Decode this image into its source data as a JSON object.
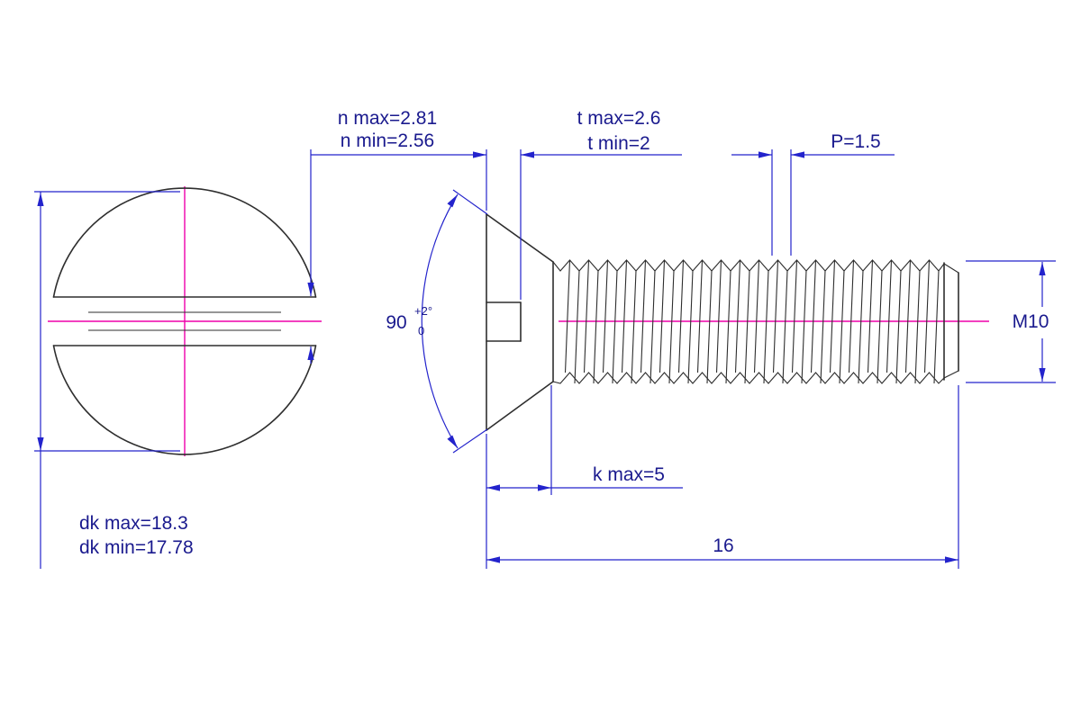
{
  "colors": {
    "background": "#ffffff",
    "outline": "#2e2e2e",
    "centerline": "#ee00aa",
    "dimension": "#2323cc",
    "text": "#1a1a8e"
  },
  "drawing": {
    "labels": {
      "n_max": "n max=2.81",
      "n_min": "n min=2.56",
      "t_max": "t max=2.6",
      "t_min": "t min=2",
      "pitch": "P=1.5",
      "angle_value": "90",
      "angle_tol_upper": "+2°",
      "angle_tol_lower": "0",
      "thread": "M10",
      "head_height": "k max=5",
      "length": "16",
      "dk_max": "dk max=18.3",
      "dk_min": "dk min=17.78"
    }
  }
}
